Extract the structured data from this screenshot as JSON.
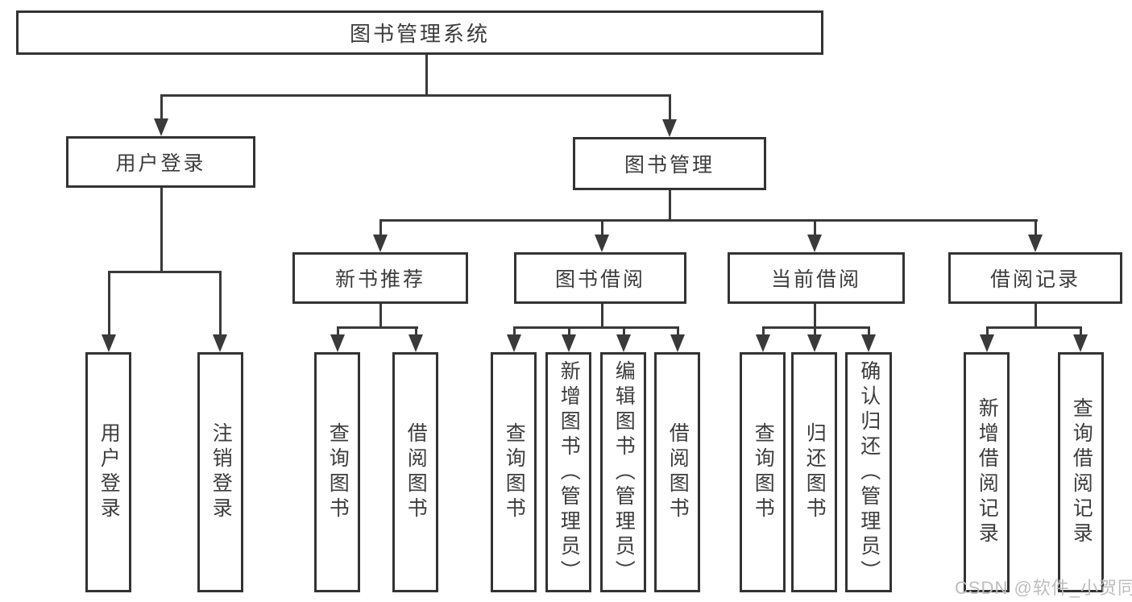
{
  "diagram": {
    "title": "图书管理系统",
    "root_label": "图书管理系统",
    "level2": [
      {
        "label": "用户登录"
      },
      {
        "label": "图书管理"
      }
    ],
    "level3": [
      {
        "label": "新书推荐"
      },
      {
        "label": "图书借阅"
      },
      {
        "label": "当前借阅"
      },
      {
        "label": "借阅记录"
      }
    ],
    "leaves": {
      "user_login": [
        "用户登录",
        "注销登录"
      ],
      "new_books": [
        "查询图书",
        "借阅图书"
      ],
      "book_borrow": [
        "查询图书",
        "新增图书（管理员）",
        "编辑图书（管理员）",
        "借阅图书"
      ],
      "current_borrow": [
        "查询图书",
        "归还图书",
        "确认归还（管理员）"
      ],
      "borrow_records": [
        "新增借阅记录",
        "查询借阅记录"
      ]
    },
    "colors": {
      "line": "#3a3a3a",
      "box_border": "#333333",
      "text": "#3c3c3c",
      "background": "#ffffff",
      "watermark": "#bdbdbd"
    }
  },
  "watermark": {
    "text": "CSDN @软件_小贺同学"
  }
}
